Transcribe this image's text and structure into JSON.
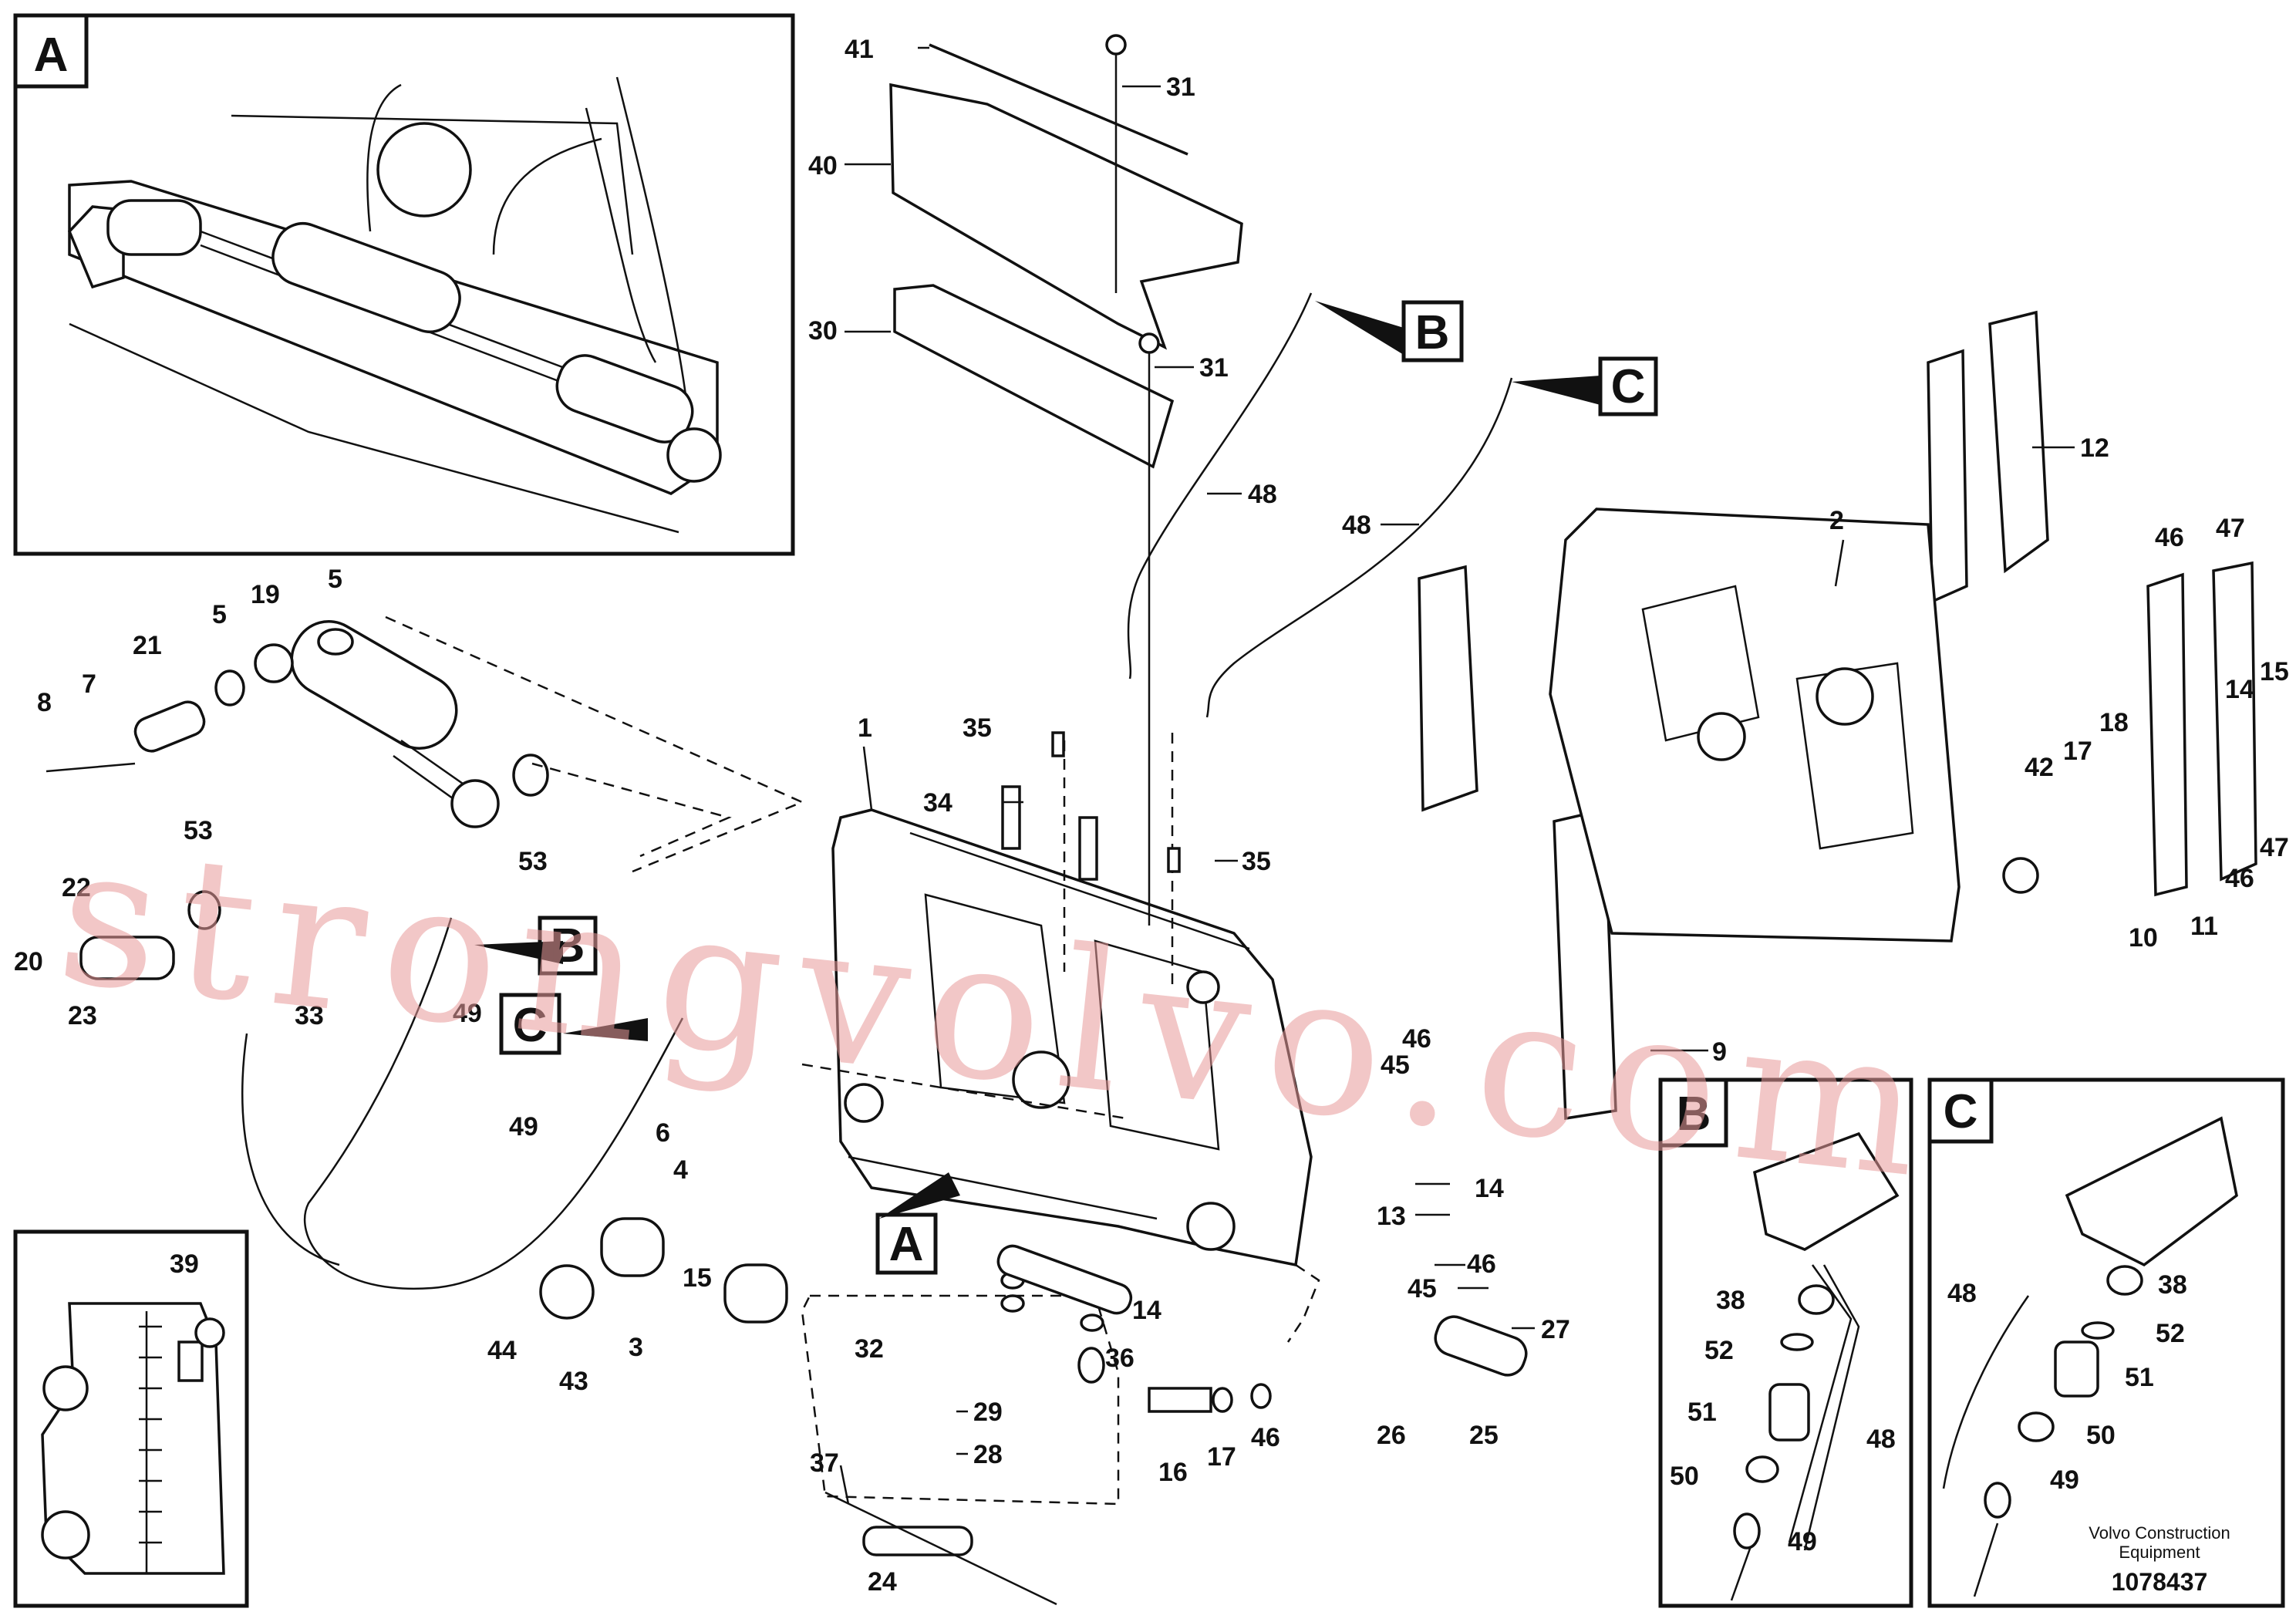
{
  "inset_letters": [
    "A",
    "B",
    "C"
  ],
  "callouts": [
    {
      "id": "41",
      "text": "41"
    },
    {
      "id": "31a",
      "text": "31"
    },
    {
      "id": "40",
      "text": "40"
    },
    {
      "id": "30",
      "text": "30"
    },
    {
      "id": "31b",
      "text": "31"
    },
    {
      "id": "48a",
      "text": "48"
    },
    {
      "id": "48b",
      "text": "48"
    },
    {
      "id": "12",
      "text": "12"
    },
    {
      "id": "2",
      "text": "2"
    },
    {
      "id": "46a",
      "text": "46"
    },
    {
      "id": "47a",
      "text": "47"
    },
    {
      "id": "14a",
      "text": "14"
    },
    {
      "id": "15a",
      "text": "15"
    },
    {
      "id": "47b",
      "text": "47"
    },
    {
      "id": "46b",
      "text": "46"
    },
    {
      "id": "17a",
      "text": "17"
    },
    {
      "id": "18",
      "text": "18"
    },
    {
      "id": "42",
      "text": "42"
    },
    {
      "id": "10",
      "text": "10"
    },
    {
      "id": "11",
      "text": "11"
    },
    {
      "id": "9",
      "text": "9"
    },
    {
      "id": "19",
      "text": "19"
    },
    {
      "id": "5a",
      "text": "5"
    },
    {
      "id": "5b",
      "text": "5"
    },
    {
      "id": "21",
      "text": "21"
    },
    {
      "id": "8",
      "text": "8"
    },
    {
      "id": "7",
      "text": "7"
    },
    {
      "id": "53a",
      "text": "53"
    },
    {
      "id": "53b",
      "text": "53"
    },
    {
      "id": "22",
      "text": "22"
    },
    {
      "id": "20",
      "text": "20"
    },
    {
      "id": "23",
      "text": "23"
    },
    {
      "id": "33",
      "text": "33"
    },
    {
      "id": "49a",
      "text": "49"
    },
    {
      "id": "49b",
      "text": "49"
    },
    {
      "id": "1",
      "text": "1"
    },
    {
      "id": "35a",
      "text": "35"
    },
    {
      "id": "34",
      "text": "34"
    },
    {
      "id": "35b",
      "text": "35"
    },
    {
      "id": "46c",
      "text": "46"
    },
    {
      "id": "45a",
      "text": "45"
    },
    {
      "id": "6",
      "text": "6"
    },
    {
      "id": "4",
      "text": "4"
    },
    {
      "id": "15b",
      "text": "15"
    },
    {
      "id": "44",
      "text": "44"
    },
    {
      "id": "43",
      "text": "43"
    },
    {
      "id": "3",
      "text": "3"
    },
    {
      "id": "14b",
      "text": "14"
    },
    {
      "id": "36",
      "text": "36"
    },
    {
      "id": "14c",
      "text": "14"
    },
    {
      "id": "13",
      "text": "13"
    },
    {
      "id": "46d",
      "text": "46"
    },
    {
      "id": "45b",
      "text": "45"
    },
    {
      "id": "27",
      "text": "27"
    },
    {
      "id": "32",
      "text": "32"
    },
    {
      "id": "29",
      "text": "29"
    },
    {
      "id": "28",
      "text": "28"
    },
    {
      "id": "37",
      "text": "37"
    },
    {
      "id": "24",
      "text": "24"
    },
    {
      "id": "16",
      "text": "16"
    },
    {
      "id": "17b",
      "text": "17"
    },
    {
      "id": "46e",
      "text": "46"
    },
    {
      "id": "26",
      "text": "26"
    },
    {
      "id": "25",
      "text": "25"
    },
    {
      "id": "39",
      "text": "39"
    },
    {
      "id": "38a",
      "text": "38"
    },
    {
      "id": "52a",
      "text": "52"
    },
    {
      "id": "51a",
      "text": "51"
    },
    {
      "id": "50a",
      "text": "50"
    },
    {
      "id": "49c",
      "text": "49"
    },
    {
      "id": "48c",
      "text": "48"
    },
    {
      "id": "48d",
      "text": "48"
    },
    {
      "id": "38b",
      "text": "38"
    },
    {
      "id": "52b",
      "text": "52"
    },
    {
      "id": "51b",
      "text": "51"
    },
    {
      "id": "50b",
      "text": "50"
    },
    {
      "id": "49d",
      "text": "49"
    }
  ],
  "credit_line1": "Volvo Construction",
  "credit_line2": "Equipment",
  "drawing_number": "1078437",
  "watermark": "strongvolvo.com"
}
